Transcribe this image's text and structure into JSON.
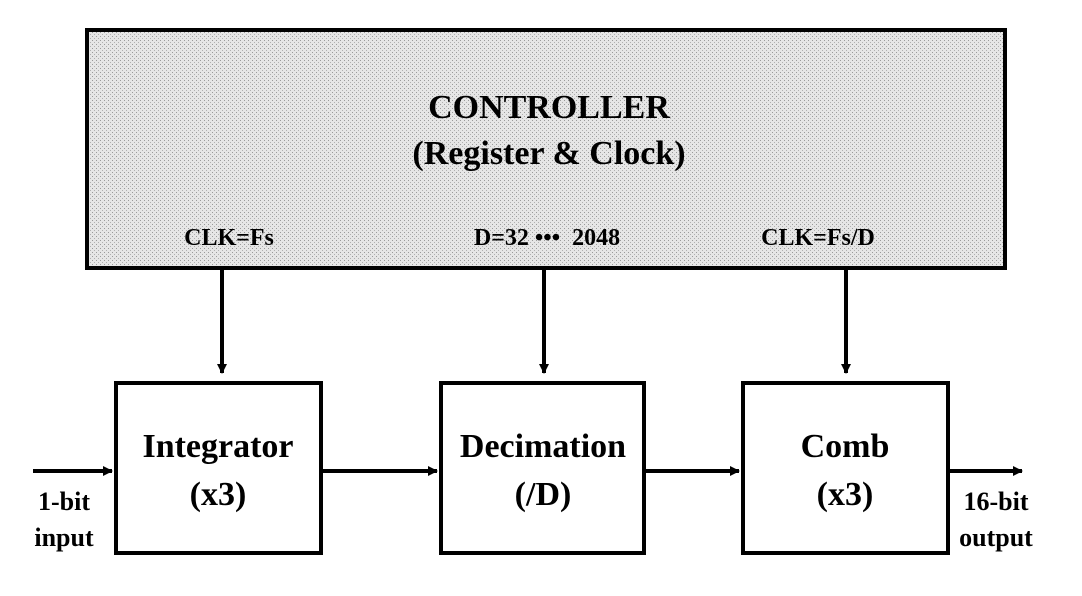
{
  "controller": {
    "title": "CONTROLLER",
    "subtitle": "(Register & Clock)",
    "signals": {
      "clk_integrator": "CLK=Fs",
      "decimation_factor": "D=32 •••  2048",
      "clk_comb": "CLK=Fs/D"
    }
  },
  "blocks": {
    "integrator": {
      "line1": "Integrator",
      "line2": "(x3)"
    },
    "decimation": {
      "line1": "Decimation",
      "line2": "(/D)"
    },
    "comb": {
      "line1": "Comb",
      "line2": "(x3)"
    }
  },
  "io": {
    "input": {
      "line1": "1-bit",
      "line2": "input"
    },
    "output": {
      "line1": "16-bit",
      "line2": "output"
    }
  },
  "colors": {
    "controller_fill": "#e4e4e4",
    "stroke": "#000000"
  }
}
